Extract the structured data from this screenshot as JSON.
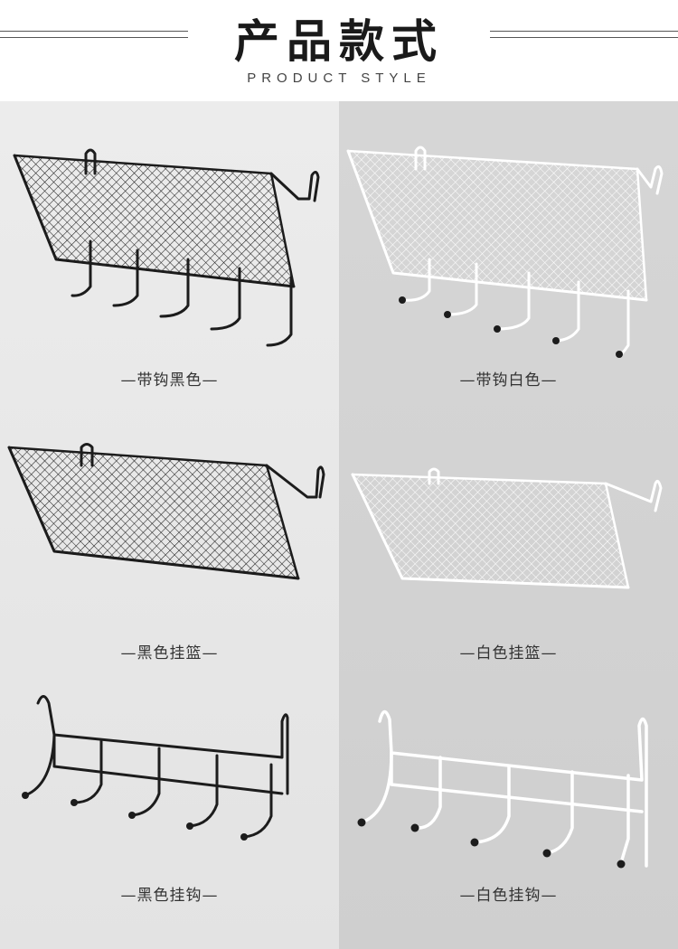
{
  "header": {
    "title": "产品款式",
    "subtitle": "PRODUCT STYLE"
  },
  "colors": {
    "black_product": "#1c1c1c",
    "white_product": "#ffffff",
    "left_panel": "#e8e8e8",
    "right_panel": "#d3d3d3"
  },
  "items": [
    {
      "caption": "—带钩黑色—",
      "icon": "black-basket-with-hooks"
    },
    {
      "caption": "—带钩白色—",
      "icon": "white-basket-with-hooks"
    },
    {
      "caption": "—黑色挂篮—",
      "icon": "black-basket"
    },
    {
      "caption": "—白色挂篮—",
      "icon": "white-basket"
    },
    {
      "caption": "—黑色挂钩—",
      "icon": "black-hook-rack"
    },
    {
      "caption": "—白色挂钩—",
      "icon": "white-hook-rack"
    }
  ]
}
